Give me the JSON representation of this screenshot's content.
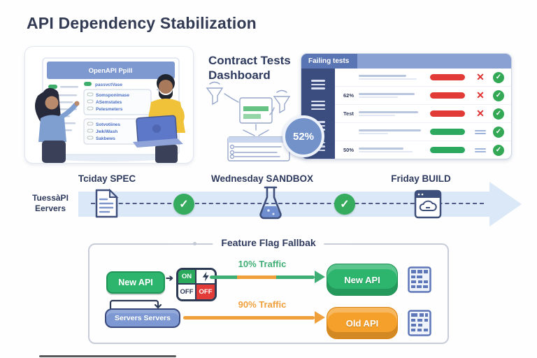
{
  "page": {
    "title": "API Dependency Stabilization"
  },
  "spec_panel": {
    "board_title": "OpenAPI Ppill",
    "item_top": "passvctVase",
    "items": [
      "Somsponimase",
      "ASemstates",
      "Pelesmeters",
      "Sotvotiines",
      "JwkiWash",
      "Sakbews"
    ]
  },
  "dashboard": {
    "heading_line1": "Contract Tests",
    "heading_line2": "Dashboard",
    "header_label": "Failing tests",
    "coverage_badge": "52%",
    "rows": [
      {
        "label": "",
        "result": "fail"
      },
      {
        "label": "62%",
        "result": "fail"
      },
      {
        "label": "Test",
        "result": "fail"
      },
      {
        "label": "",
        "result": "pass"
      },
      {
        "label": "50%",
        "result": "pass"
      }
    ]
  },
  "timeline": {
    "side_label_line1": "TuessàPI",
    "side_label_line2": "Eervers",
    "labels": [
      "Tciday SPEC",
      "Wednesday SANDBOX",
      "Friday BUILD"
    ]
  },
  "feature_flag": {
    "title": "Feature Flag Fallbak",
    "new_api_button": "New API",
    "toggle_on": "ON",
    "toggle_off_a": "OFF",
    "toggle_off_b": "OFF",
    "traffic_new": "10% Traffic",
    "traffic_old": "90% Traffic",
    "target_new": "New API",
    "target_old": "Old API",
    "servers_button": "Servers Servers"
  },
  "icons": {
    "check": "✓",
    "cross": "✕",
    "arrow_right": "➔"
  },
  "colors": {
    "navy": "#2e3a5e",
    "header_blue": "#8aa2d3",
    "header_blue_dark": "#5a75b4",
    "sidebar_navy": "#3b4c7e",
    "red": "#e23a36",
    "green_pill": "#2ca95f",
    "check_green": "#33a956",
    "band_blue": "#dbe8f7",
    "badge_blue": "#7492ca",
    "button_green": "#2db56d",
    "cylinder_orange": "#f5a02b",
    "traffic_green": "#3fae74",
    "traffic_orange": "#f0a03a",
    "servers_blue": "#7d98d2"
  }
}
